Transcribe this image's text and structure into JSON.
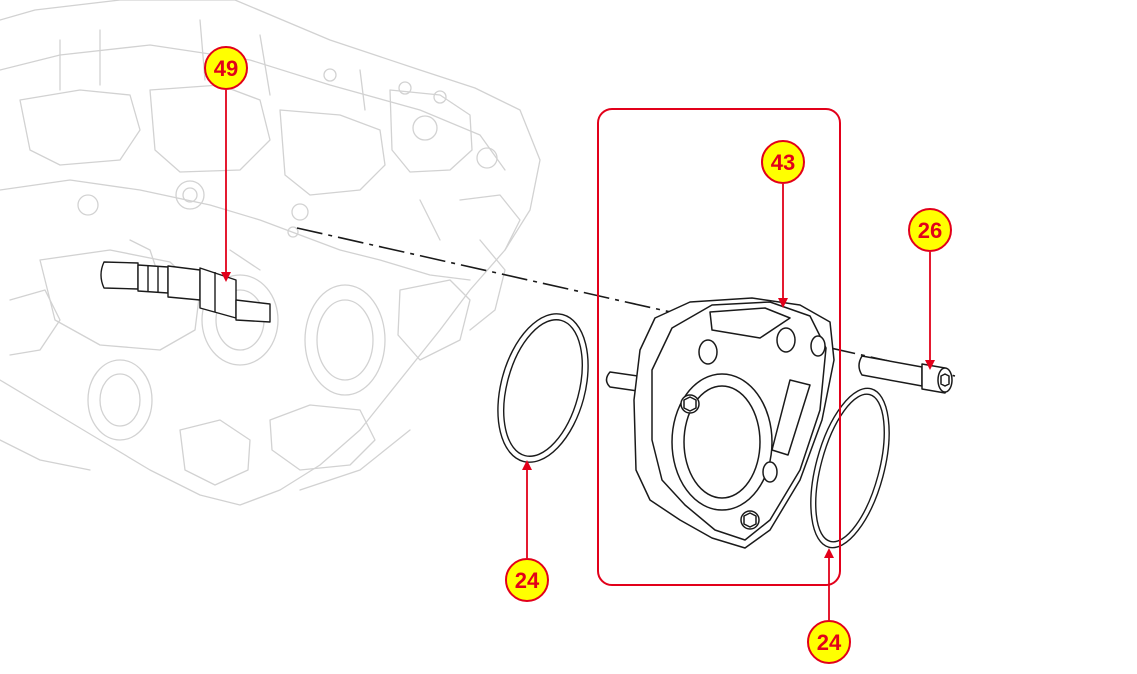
{
  "colors": {
    "callout_fill": "#ffff00",
    "callout_ring": "#e2001a",
    "leader": "#e2001a",
    "highlight_box": "#e2001a",
    "part_line": "#1a1a1a",
    "background_line": "#d2d2d2"
  },
  "callouts": [
    {
      "id": "c49",
      "label": "49"
    },
    {
      "id": "c43",
      "label": "43"
    },
    {
      "id": "c26",
      "label": "26"
    },
    {
      "id": "c24a",
      "label": "24"
    },
    {
      "id": "c24b",
      "label": "24"
    }
  ]
}
